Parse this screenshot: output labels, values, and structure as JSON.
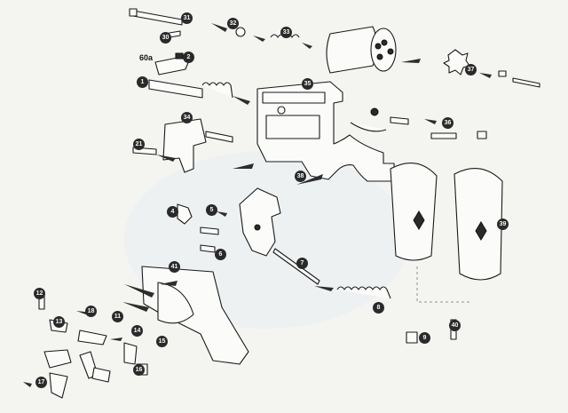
{
  "diagram": {
    "header_label": "60a",
    "callouts": [
      "31",
      "30",
      "32",
      "33",
      "2",
      "1",
      "34",
      "35",
      "21",
      "37",
      "36",
      "38",
      "39",
      "4",
      "5",
      "6",
      "7",
      "8",
      "9",
      "40",
      "41",
      "18",
      "11",
      "12",
      "13",
      "14",
      "15",
      "16",
      "17"
    ]
  }
}
